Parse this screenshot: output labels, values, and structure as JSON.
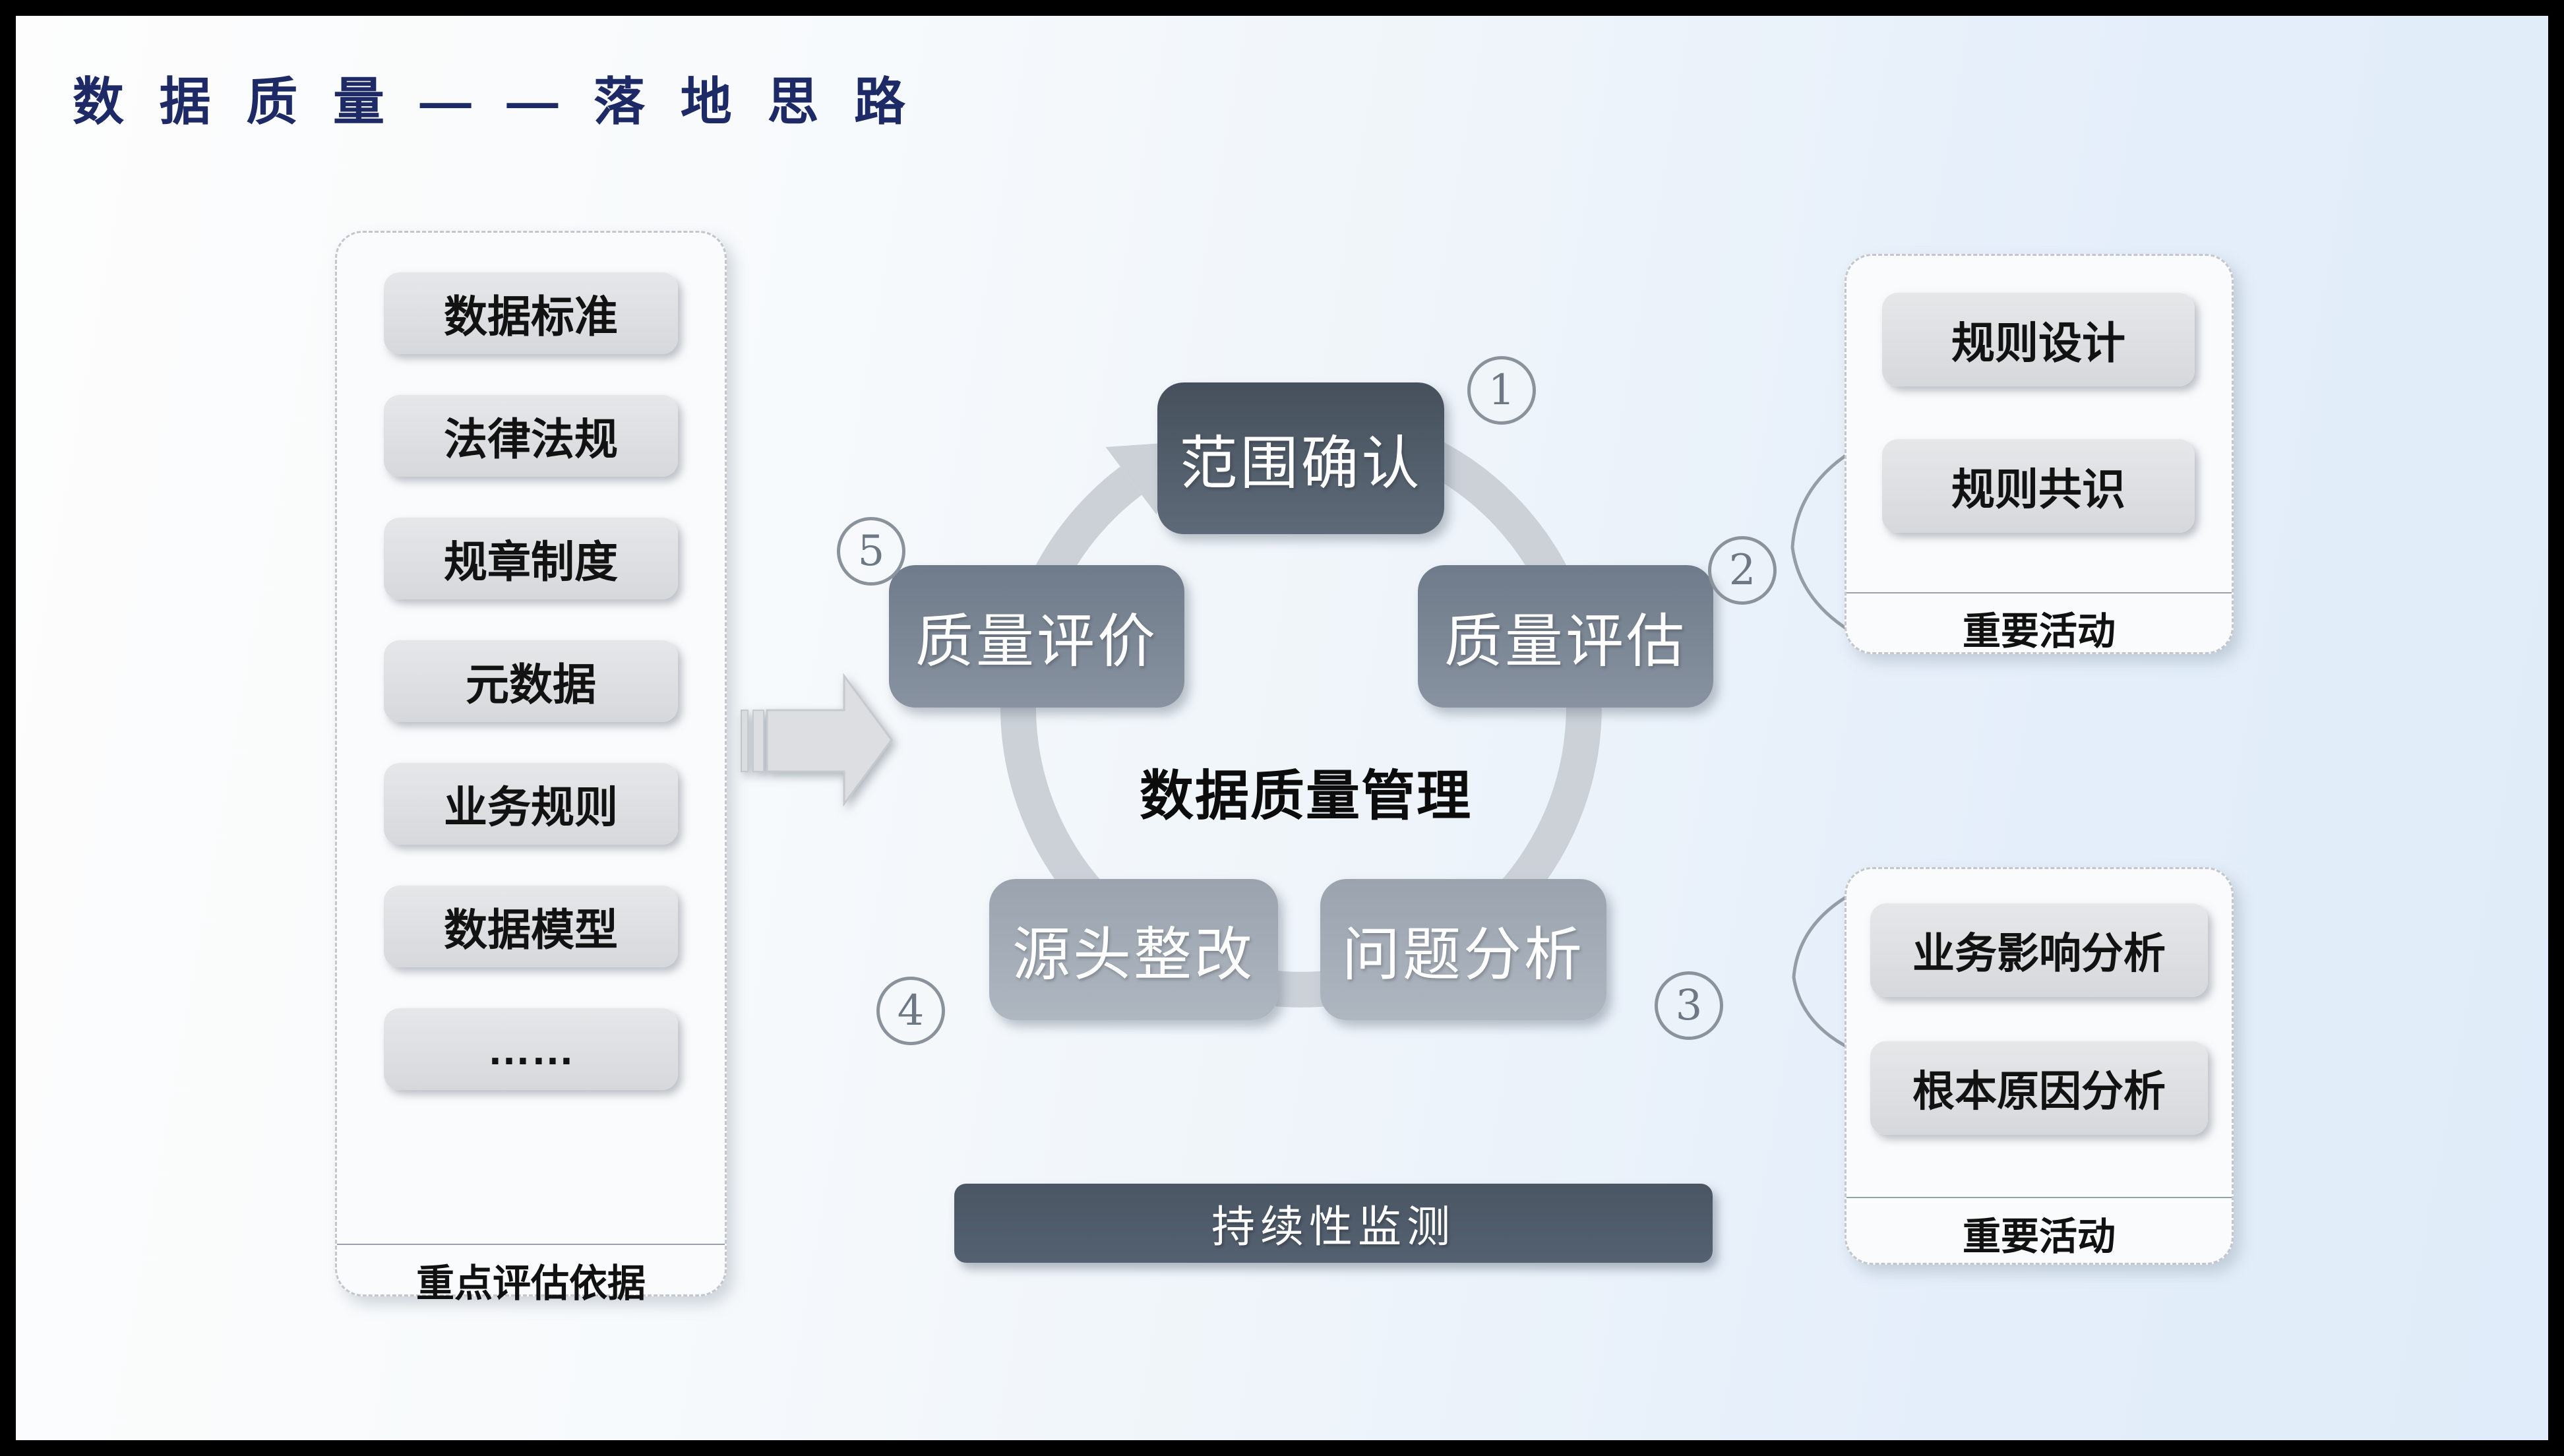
{
  "title": "数 据 质 量 — — 落 地 思 路",
  "left_panel": {
    "items": [
      "数据标准",
      "法律法规",
      "规章制度",
      "元数据",
      "业务规则",
      "数据模型",
      "……"
    ],
    "footer": "重点评估依据"
  },
  "cycle": {
    "center_label": "数据质量管理",
    "steps": [
      {
        "num": "1",
        "label": "范围确认"
      },
      {
        "num": "2",
        "label": "质量评估"
      },
      {
        "num": "3",
        "label": "问题分析"
      },
      {
        "num": "4",
        "label": "源头整改"
      },
      {
        "num": "5",
        "label": "质量评价"
      }
    ]
  },
  "monitor_bar": {
    "label": "持续性监测"
  },
  "right_top_panel": {
    "items": [
      "规则设计",
      "规则共识"
    ],
    "footer": "重要活动"
  },
  "right_bottom_panel": {
    "items": [
      "业务影响分析",
      "根本原因分析"
    ],
    "footer": "重要活动"
  },
  "colors": {
    "title_navy": "#1e2a66",
    "box_dark": "#46505d",
    "box_mid": "#6f7b8a",
    "box_light": "#9aa3ae",
    "monitor_bar": "#4a5664",
    "ring_gray": "#ccd1d8",
    "chip_gray": "#d9dbde",
    "background_blue": "#e0ecf9"
  }
}
